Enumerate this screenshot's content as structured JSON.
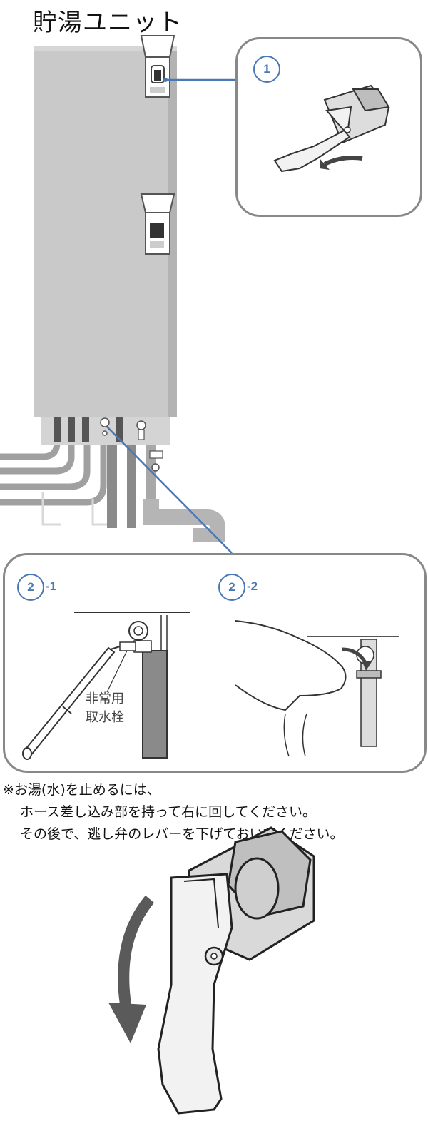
{
  "title": "貯湯ユニット",
  "steps": {
    "step1": {
      "badge": "1"
    },
    "step2_1": {
      "badge": "2",
      "suffix": "-1",
      "label_line1": "非常用",
      "label_line2": "取水栓"
    },
    "step2_2": {
      "badge": "2",
      "suffix": "-2"
    }
  },
  "note": {
    "line1": "※お湯(水)を止めるには、",
    "line2": "ホース差し込み部を持って右に回してください。",
    "line3": "その後で、逃し弁のレバーを下げておいてください。"
  },
  "colors": {
    "accent": "#4a78b5",
    "unit_body": "#c9c9c9",
    "frame": "#888888",
    "pipe": "#8a8a8a"
  },
  "icons": [
    "water-heater-unit-illustration",
    "relief-valve-lever-icon",
    "hose-connection-illustration",
    "hand-turning-valve-illustration",
    "curved-arrow-icon"
  ]
}
